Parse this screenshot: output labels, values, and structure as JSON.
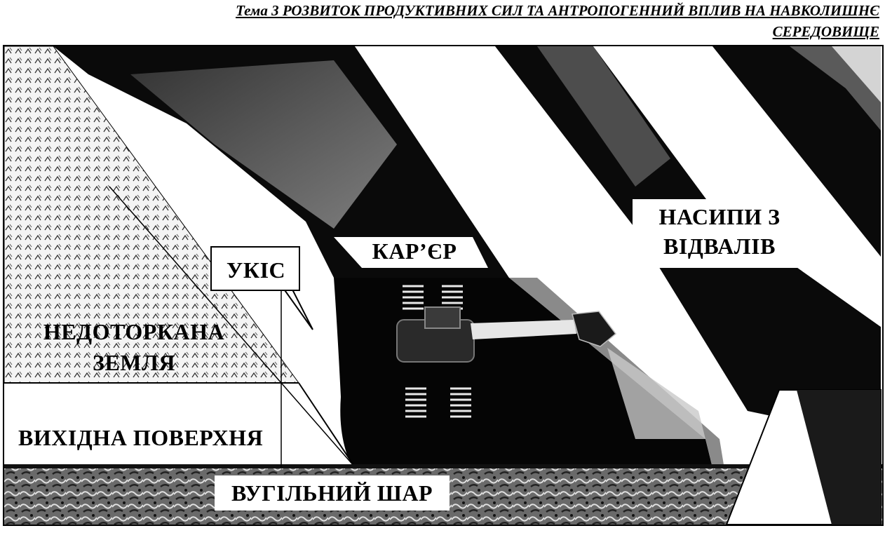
{
  "header": {
    "line1": "Тема 3 РОЗВИТОК ПРОДУКТИВНИХ СИЛ ТА АНТРОПОГЕННИЙ ВПЛИВ НА НАВКОЛИШНЄ",
    "line2": "СЕРЕДОВИЩЕ"
  },
  "labels": {
    "ukis": "УКІС",
    "karier": "КАР’ЄР",
    "nasypy_1": "НАСИПИ З",
    "nasypy_2": "ВІДВАЛІВ",
    "nedotorkana_1": "НЕДОТОРКАНА",
    "nedotorkana_2": "ЗЕМЛЯ",
    "vykhidna": "ВИХІДНА ПОВЕРХНЯ",
    "vuhilnyi": "ВУГІЛЬНИЙ ШАР"
  },
  "icons": {
    "excavator": "excavator-icon",
    "soil": "soil-texture",
    "coal": "coal-texture"
  }
}
